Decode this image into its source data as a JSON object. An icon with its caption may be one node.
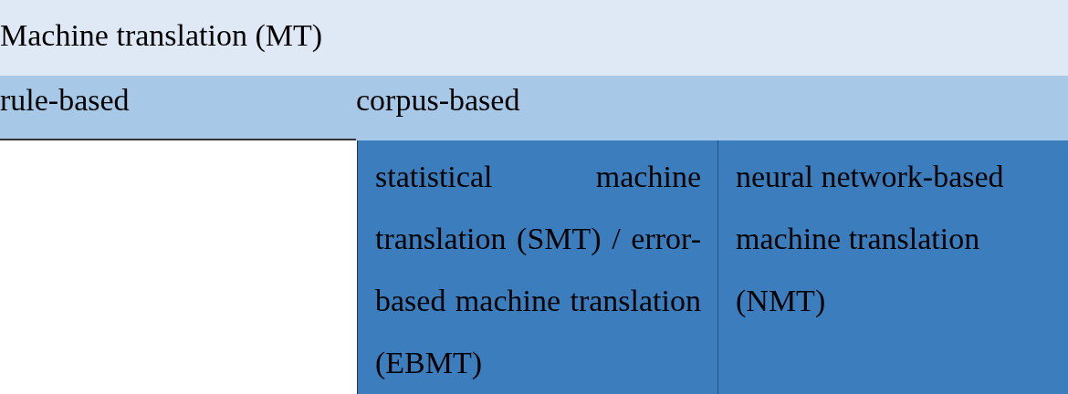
{
  "diagram": {
    "nodes": [
      {
        "text": [
          "Machine translation (MT)"
        ]
      },
      {
        "text": [
          "rule-based"
        ]
      },
      {
        "text": [
          "corpus-based"
        ]
      },
      {
        "text": [
          "statistical machine translation (SMT) / error-based machine translation (EBMT)"
        ]
      },
      {
        "text": [
          "neural network-based machine translation (NMT)"
        ]
      }
    ],
    "edges": []
  }
}
